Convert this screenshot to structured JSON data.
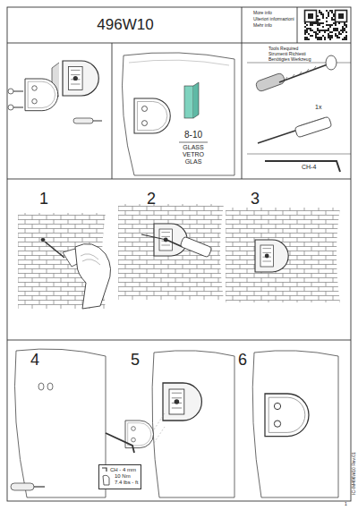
{
  "diagram": {
    "title": "496W10",
    "nodes": [
      {
        "text": [
          "CH - 4 mm",
          "10 Nm",
          "7.4 lbs - ft"
        ]
      }
    ],
    "labels": [
      "More info",
      "Ulteriori informazioni",
      "Mehr info",
      "Tools Required",
      "Strumenti Richiesti",
      "Benötigtes Werkzeug",
      "1x",
      "8-10",
      "GLASS",
      "VETRO",
      "GLAS",
      "CH-4",
      "1",
      "2",
      "3",
      "4",
      "5",
      "6",
      "IC-IM496W10 Rev.01",
      "1"
    ]
  }
}
